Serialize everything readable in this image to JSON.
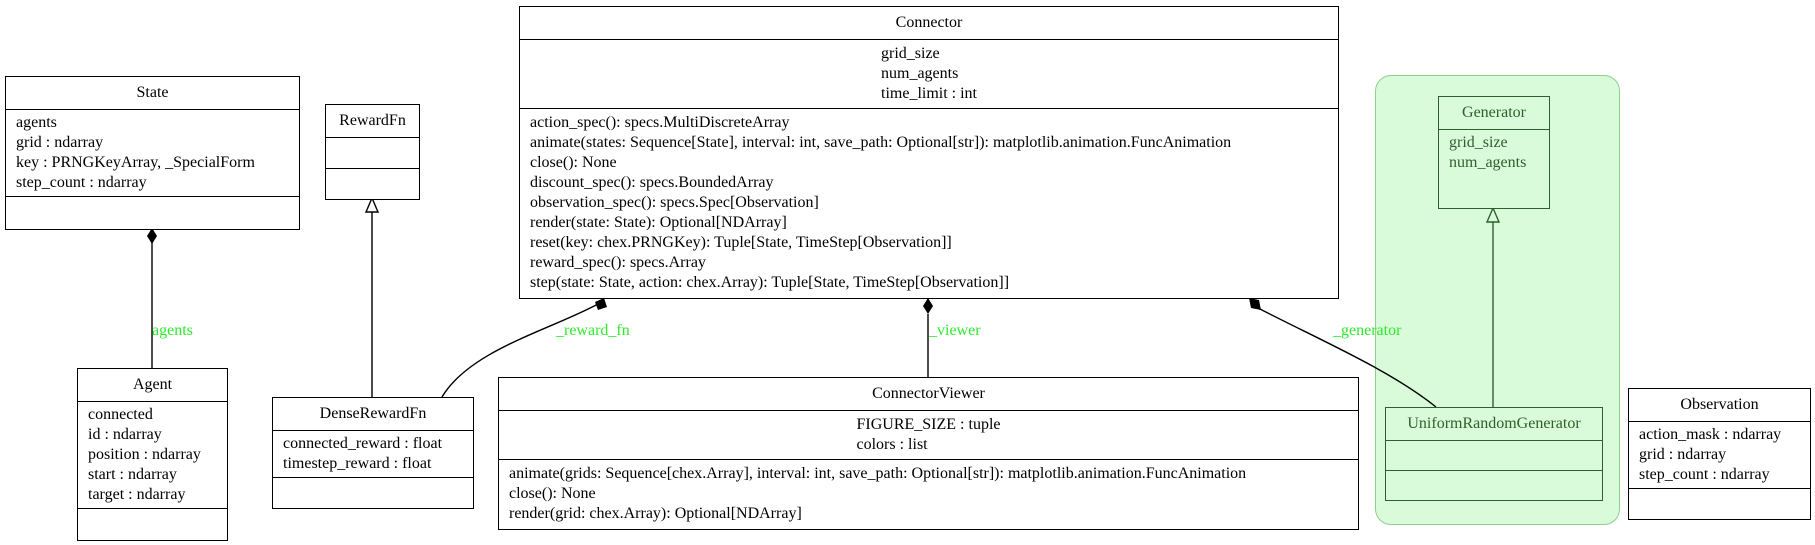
{
  "classes": {
    "state": {
      "name": "State",
      "attributes": [
        "agents",
        "grid : ndarray",
        "key : PRNGKeyArray, _SpecialForm",
        "step_count : ndarray"
      ],
      "methods": []
    },
    "agent": {
      "name": "Agent",
      "attributes": [
        "connected",
        "id : ndarray",
        "position : ndarray",
        "start : ndarray",
        "target : ndarray"
      ],
      "methods": []
    },
    "reward_fn": {
      "name": "RewardFn",
      "attributes": [],
      "methods": []
    },
    "dense_reward_fn": {
      "name": "DenseRewardFn",
      "attributes": [
        "connected_reward : float",
        "timestep_reward : float"
      ],
      "methods": []
    },
    "connector": {
      "name": "Connector",
      "attributes": [
        "grid_size",
        "num_agents",
        "time_limit : int"
      ],
      "methods": [
        "action_spec(): specs.MultiDiscreteArray",
        "animate(states: Sequence[State], interval: int, save_path: Optional[str]): matplotlib.animation.FuncAnimation",
        "close(): None",
        "discount_spec(): specs.BoundedArray",
        "observation_spec(): specs.Spec[Observation]",
        "render(state: State): Optional[NDArray]",
        "reset(key: chex.PRNGKey): Tuple[State, TimeStep[Observation]]",
        "reward_spec(): specs.Array",
        "step(state: State, action: chex.Array): Tuple[State, TimeStep[Observation]]"
      ]
    },
    "connector_viewer": {
      "name": "ConnectorViewer",
      "attributes": [
        "FIGURE_SIZE : tuple",
        "colors : list"
      ],
      "methods": [
        "animate(grids: Sequence[chex.Array], interval: int, save_path: Optional[str]): matplotlib.animation.FuncAnimation",
        "close(): None",
        "render(grid: chex.Array): Optional[NDArray]"
      ]
    },
    "generator": {
      "name": "Generator",
      "attributes": [
        "grid_size",
        "num_agents"
      ],
      "methods": []
    },
    "uniform_random_generator": {
      "name": "UniformRandomGenerator",
      "attributes": [],
      "methods": []
    },
    "observation": {
      "name": "Observation",
      "attributes": [
        "action_mask : ndarray",
        "grid : ndarray",
        "step_count : ndarray"
      ],
      "methods": []
    }
  },
  "edge_labels": {
    "agents": "agents",
    "reward_fn": "_reward_fn",
    "viewer": "_viewer",
    "generator": "_generator"
  },
  "colors": {
    "edge_label": "#2eea2e",
    "cluster_fill": "#d9fbd9",
    "cluster_border": "#8fd08f",
    "cluster_text": "#2f5f2f"
  }
}
